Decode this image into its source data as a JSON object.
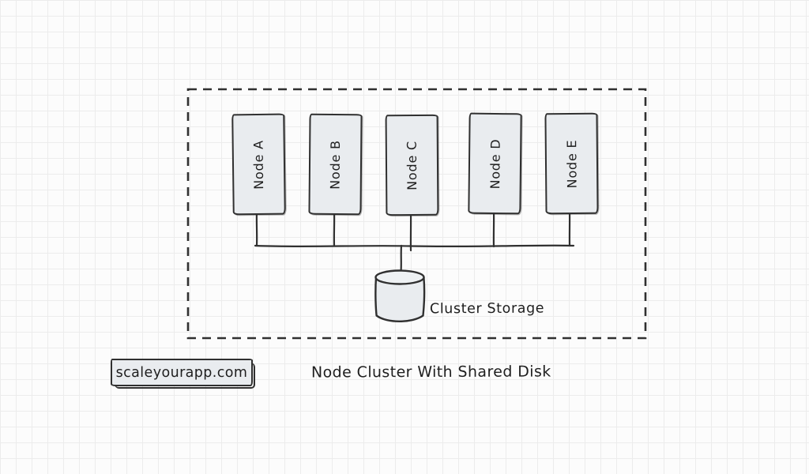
{
  "canvas": {
    "paper_color": "#fcfcfc",
    "grid_color": "#ececec",
    "stroke_color": "#303030",
    "shape_fill": "#e9ecef"
  },
  "cluster": {
    "nodes": [
      {
        "label": "Node A"
      },
      {
        "label": "Node B"
      },
      {
        "label": "Node C"
      },
      {
        "label": "Node D"
      },
      {
        "label": "Node E"
      }
    ],
    "storage": {
      "label": "Cluster Storage",
      "icon": "database-cylinder-icon"
    }
  },
  "footer": {
    "brand": "scaleyourapp.com",
    "caption": "Node Cluster With Shared Disk"
  }
}
